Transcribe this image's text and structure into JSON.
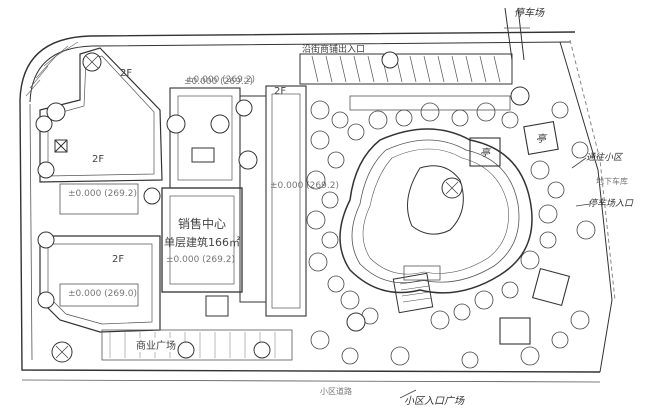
{
  "drawing": {
    "buildings": [
      {
        "id": "b1",
        "floors": "2F",
        "elevation": "±0.000 (269.2)"
      },
      {
        "id": "b2",
        "floors": "2F",
        "elevation": "±0.000 (269.2)"
      },
      {
        "id": "b3",
        "floors": "2F",
        "elevation": "±0.000 (269.2)"
      },
      {
        "id": "b4",
        "floors": "2F",
        "elevation": "±0.000 (269.0)"
      },
      {
        "id": "b5",
        "floors": "",
        "elevation": "±0.000 (269.2)"
      }
    ],
    "sales_center": {
      "title": "销售中心",
      "subtitle": "单层建筑166㎡",
      "elevation": "±0.000 (269.2)"
    },
    "labels": {
      "north_entrance": "沿街商铺出入口",
      "commercial_plaza": "商业广场",
      "parking_top": "停车场",
      "pavilion_1": "亭",
      "pavilion_2": "亭",
      "right_note_1": "通往小区",
      "right_note_2": "地下车库",
      "right_note_3": "停车场入口",
      "bottom_note": "小区入口广场",
      "road_bottom": "小区道路"
    }
  }
}
